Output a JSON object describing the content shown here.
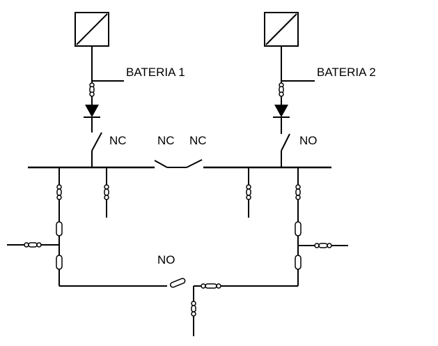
{
  "labels": {
    "battery_1": "BATERIA 1",
    "battery_2": "BATERIA 2",
    "switch_b1": "NC",
    "switch_tie_left": "NC",
    "switch_tie_right": "NC",
    "switch_b2": "NO",
    "switch_bottom": "NO"
  }
}
